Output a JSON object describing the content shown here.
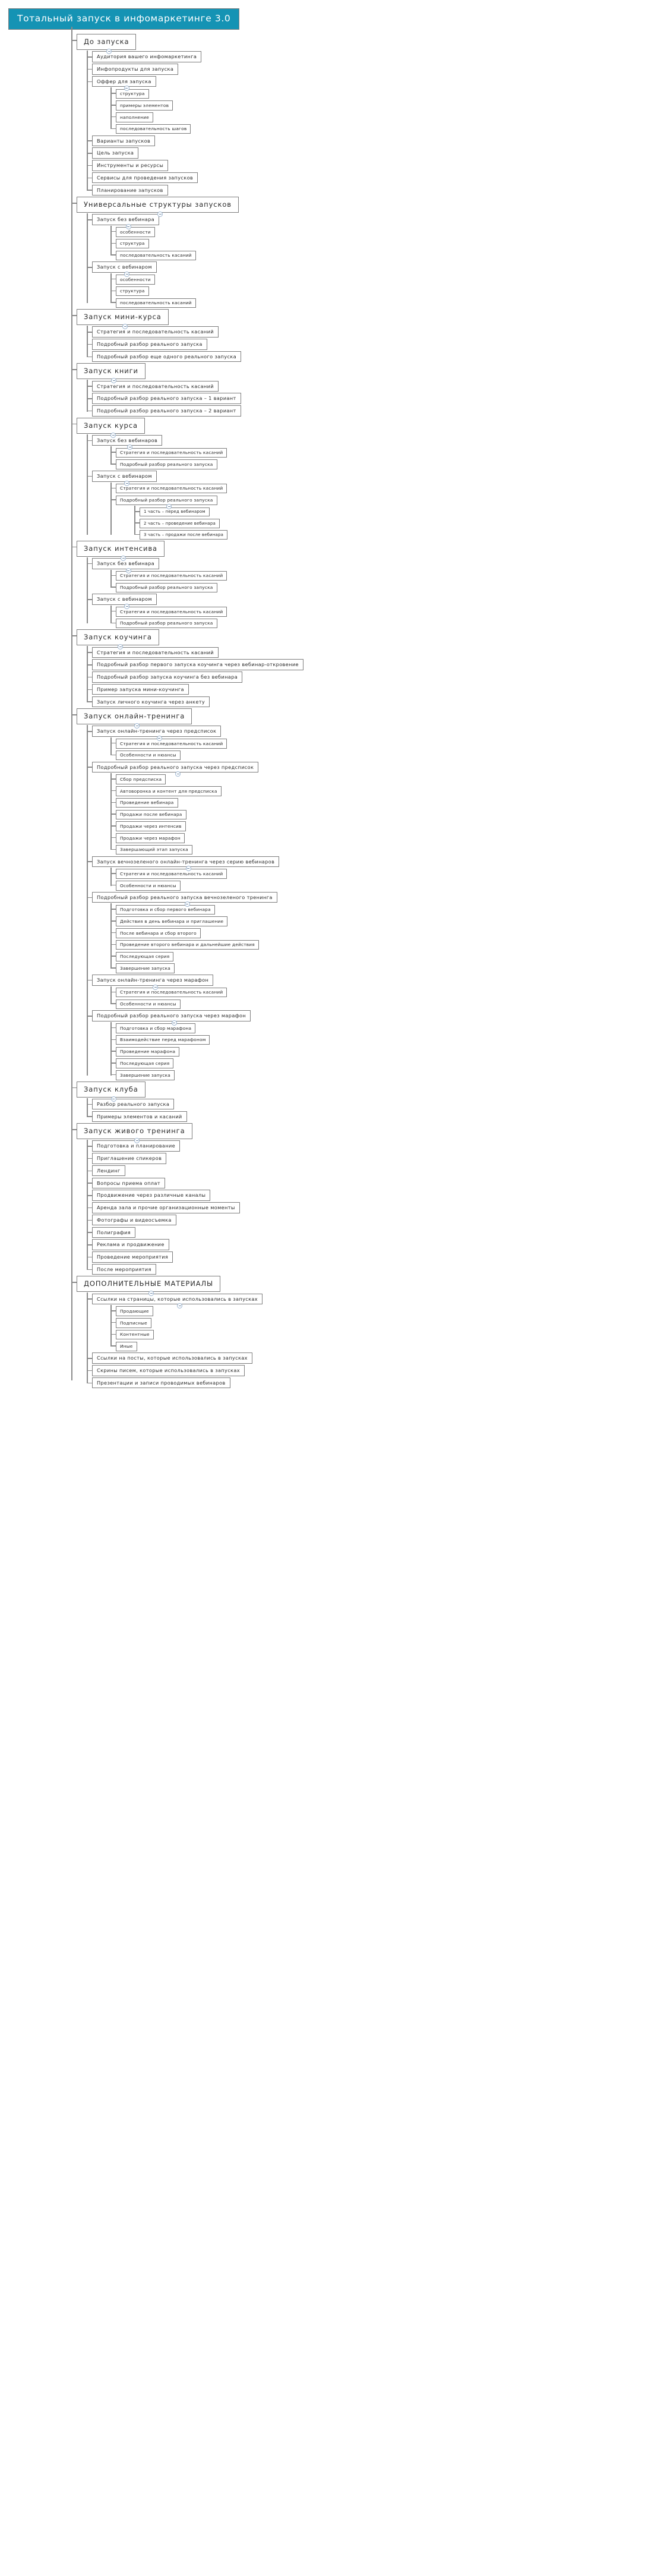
{
  "title": "Тотальный запуск в инфомаркетинге 3.0",
  "theme": {
    "root_fill": "#1593b4",
    "root_text": "#ffffff",
    "node_border": "#7d7d7d",
    "connector": "#8a8a8a",
    "toggle_border": "#9bb4d0",
    "canvas": "#ffffff"
  },
  "icons": {
    "collapse": "minus-circle-icon"
  },
  "tree": [
    {
      "label": "До запуска",
      "children": [
        {
          "label": "Аудитория вашего инфомаркетинга"
        },
        {
          "label": "Инфопродукты для запуска"
        },
        {
          "label": "Оффер для запуска",
          "children": [
            {
              "label": "структура"
            },
            {
              "label": "примеры элементов"
            },
            {
              "label": "наполнение"
            },
            {
              "label": "последовательность шагов"
            }
          ]
        },
        {
          "label": "Варианты запусков"
        },
        {
          "label": "Цель запуска"
        },
        {
          "label": "Инструменты и ресурсы"
        },
        {
          "label": "Сервисы для проведения запусков"
        },
        {
          "label": "Планирование запусков"
        }
      ]
    },
    {
      "label": "Универсальные структуры запусков",
      "children": [
        {
          "label": "Запуск без вебинара",
          "children": [
            {
              "label": "особенности"
            },
            {
              "label": "структура"
            },
            {
              "label": "последовательность касаний"
            }
          ]
        },
        {
          "label": "Запуск с вебинаром",
          "children": [
            {
              "label": "особенности"
            },
            {
              "label": "структура"
            },
            {
              "label": "последовательность касаний"
            }
          ]
        }
      ]
    },
    {
      "label": "Запуск мини-курса",
      "children": [
        {
          "label": "Стратегия и последовательность касаний"
        },
        {
          "label": "Подробный разбор реального запуска"
        },
        {
          "label": "Подробный разбор еще одного реального запуска"
        }
      ]
    },
    {
      "label": "Запуск книги",
      "children": [
        {
          "label": "Стратегия и последовательность касаний"
        },
        {
          "label": "Подробный разбор реального запуска – 1 вариант"
        },
        {
          "label": "Подробный разбор реального запуска – 2 вариант"
        }
      ]
    },
    {
      "label": "Запуск курса",
      "children": [
        {
          "label": "Запуск без вебинаров",
          "children": [
            {
              "label": "Стратегия и последовательность касаний"
            },
            {
              "label": "Подробный разбор реального запуска"
            }
          ]
        },
        {
          "label": "Запуск с вебинаром",
          "children": [
            {
              "label": "Стратегия и последовательность касаний"
            },
            {
              "label": "Подробный разбор реального запуска",
              "children": [
                {
                  "label": "1 часть – перед вебинаром"
                },
                {
                  "label": "2 часть – проведение вебинара"
                },
                {
                  "label": "3 часть – продажи после вебинара"
                }
              ]
            }
          ]
        }
      ]
    },
    {
      "label": "Запуск интенсива",
      "children": [
        {
          "label": "Запуск без вебинара",
          "children": [
            {
              "label": "Стратегия и последовательность касаний"
            },
            {
              "label": "Подробный разбор реального запуска"
            }
          ]
        },
        {
          "label": "Запуск с вебинаром",
          "children": [
            {
              "label": "Стратегия и последовательность касаний"
            },
            {
              "label": "Подробный разбор реального запуска"
            }
          ]
        }
      ]
    },
    {
      "label": "Запуск коучинга",
      "children": [
        {
          "label": "Стратегия и последовательность касаний"
        },
        {
          "label": "Подробный разбор первого запуска коучинга через вебинар-откровение"
        },
        {
          "label": "Подробный разбор запуска коучинга без вебинара"
        },
        {
          "label": "Пример запуска мини-коучинга"
        },
        {
          "label": "Запуск личного коучинга через анкету"
        }
      ]
    },
    {
      "label": "Запуск онлайн-тренинга",
      "children": [
        {
          "label": "Запуск онлайн-тренинга через предсписок",
          "children": [
            {
              "label": "Стратегия и последовательность касаний"
            },
            {
              "label": "Особенности и нюансы"
            }
          ]
        },
        {
          "label": "Подробный разбор реального запуска через предсписок",
          "children": [
            {
              "label": "Сбор предсписка"
            },
            {
              "label": "Автоворонка и контент для предсписка"
            },
            {
              "label": "Проведение вебинара"
            },
            {
              "label": "Продажи после вебинара"
            },
            {
              "label": "Продажи через интенсив"
            },
            {
              "label": "Продажи через марафон"
            },
            {
              "label": "Завершающий этап запуска"
            }
          ]
        },
        {
          "label": "Запуск вечнозеленого онлайн-тренинга через серию вебинаров",
          "children": [
            {
              "label": "Стратегия и последовательность касаний"
            },
            {
              "label": "Особенности и нюансы"
            }
          ]
        },
        {
          "label": "Подробный разбор реального запуска вечнозеленого тренинга",
          "children": [
            {
              "label": "Подготовка и сбор первого вебинара"
            },
            {
              "label": "Действия в день вебинара и приглашение"
            },
            {
              "label": "После вебинара и сбор второго"
            },
            {
              "label": "Проведение второго вебинара и дальнейшие действия"
            },
            {
              "label": "Последующая серия"
            },
            {
              "label": "Завершение запуска"
            }
          ]
        },
        {
          "label": "Запуск онлайн-тренинга через марафон",
          "children": [
            {
              "label": "Стратегия и последовательность касаний"
            },
            {
              "label": "Особенности и нюансы"
            }
          ]
        },
        {
          "label": "Подробный разбор реального запуска через марафон",
          "children": [
            {
              "label": "Подготовка и сбор марафона"
            },
            {
              "label": "Взаимодействие перед марафоном"
            },
            {
              "label": "Проведение марафона"
            },
            {
              "label": "Последующая серия"
            },
            {
              "label": "Завершение запуска"
            }
          ]
        }
      ]
    },
    {
      "label": "Запуск клуба",
      "children": [
        {
          "label": "Разбор реального запуска"
        },
        {
          "label": "Примеры элементов и касаний"
        }
      ]
    },
    {
      "label": "Запуск живого тренинга",
      "children": [
        {
          "label": "Подготовка и планирование"
        },
        {
          "label": "Приглашение спикеров"
        },
        {
          "label": "Лендинг"
        },
        {
          "label": "Вопросы приема оплат"
        },
        {
          "label": "Продвижение через различные каналы"
        },
        {
          "label": "Аренда зала и прочие организационные моменты"
        },
        {
          "label": "Фотографы и видеосъемка"
        },
        {
          "label": "Полиграфия"
        },
        {
          "label": "Реклама и продвижение"
        },
        {
          "label": "Проведение мероприятия"
        },
        {
          "label": "После мероприятия"
        }
      ]
    },
    {
      "label": "ДОПОЛНИТЕЛЬНЫЕ МАТЕРИАЛЫ",
      "children": [
        {
          "label": "Ссылки на страницы, которые использовались в запусках",
          "children": [
            {
              "label": "Продающие"
            },
            {
              "label": "Подписные"
            },
            {
              "label": "Контентные"
            },
            {
              "label": "Иные"
            }
          ]
        },
        {
          "label": "Ссылки на посты, которые использовались в запусках"
        },
        {
          "label": "Скрины писем, которые использовались в запусках"
        },
        {
          "label": "Презентации и записи проводимых вебинаров"
        }
      ]
    }
  ]
}
